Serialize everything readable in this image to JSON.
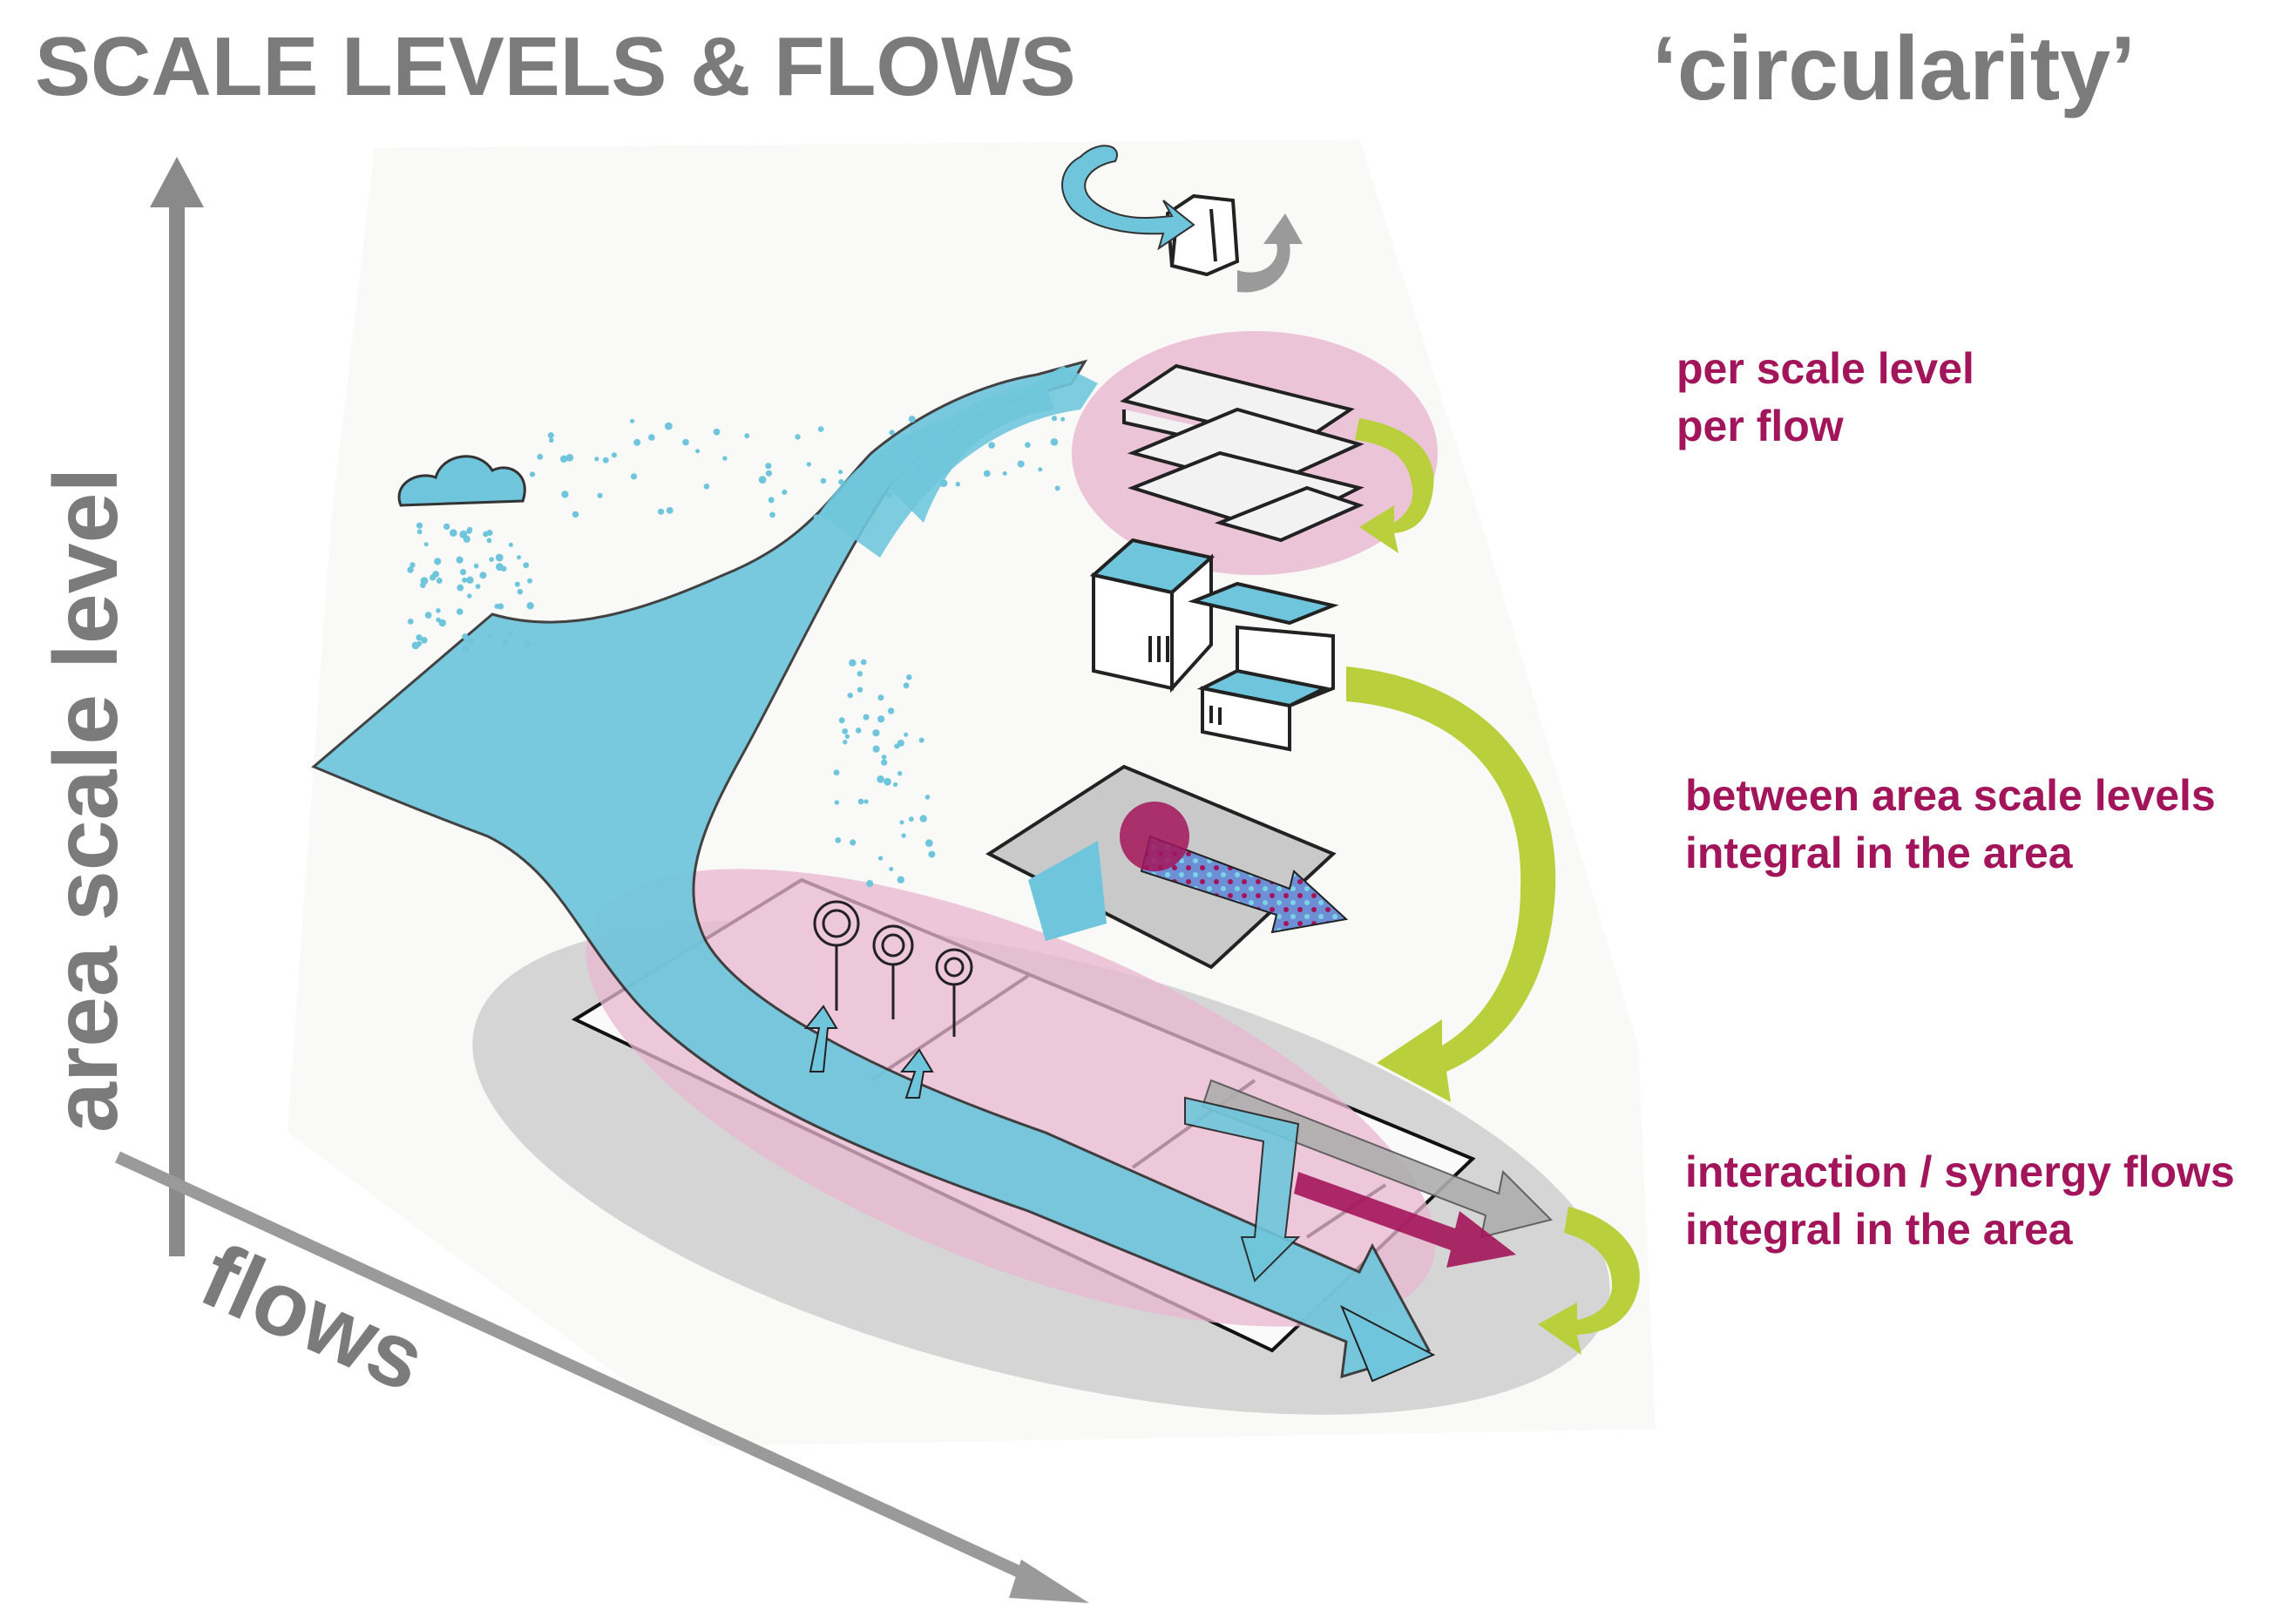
{
  "title": "SCALE LEVELS & FLOWS",
  "subtitle": "‘circularity’",
  "axes": {
    "y_label": "area scale level",
    "x_label": "flows"
  },
  "annotations": [
    {
      "line1": "per scale level",
      "line2": "per flow"
    },
    {
      "line1": "between area scale levels",
      "line2": "integral in the area"
    },
    {
      "line1": "interaction / synergy flows",
      "line2": "integral in the area"
    }
  ],
  "colors": {
    "axis_gray": "#8a8a8a",
    "water_blue": "#6fc6dc",
    "magenta": "#a3155a",
    "pink_zone": "#e8b6cf",
    "gray_zone": "#cfcfcf",
    "lime_arrow": "#b9cf3c"
  }
}
